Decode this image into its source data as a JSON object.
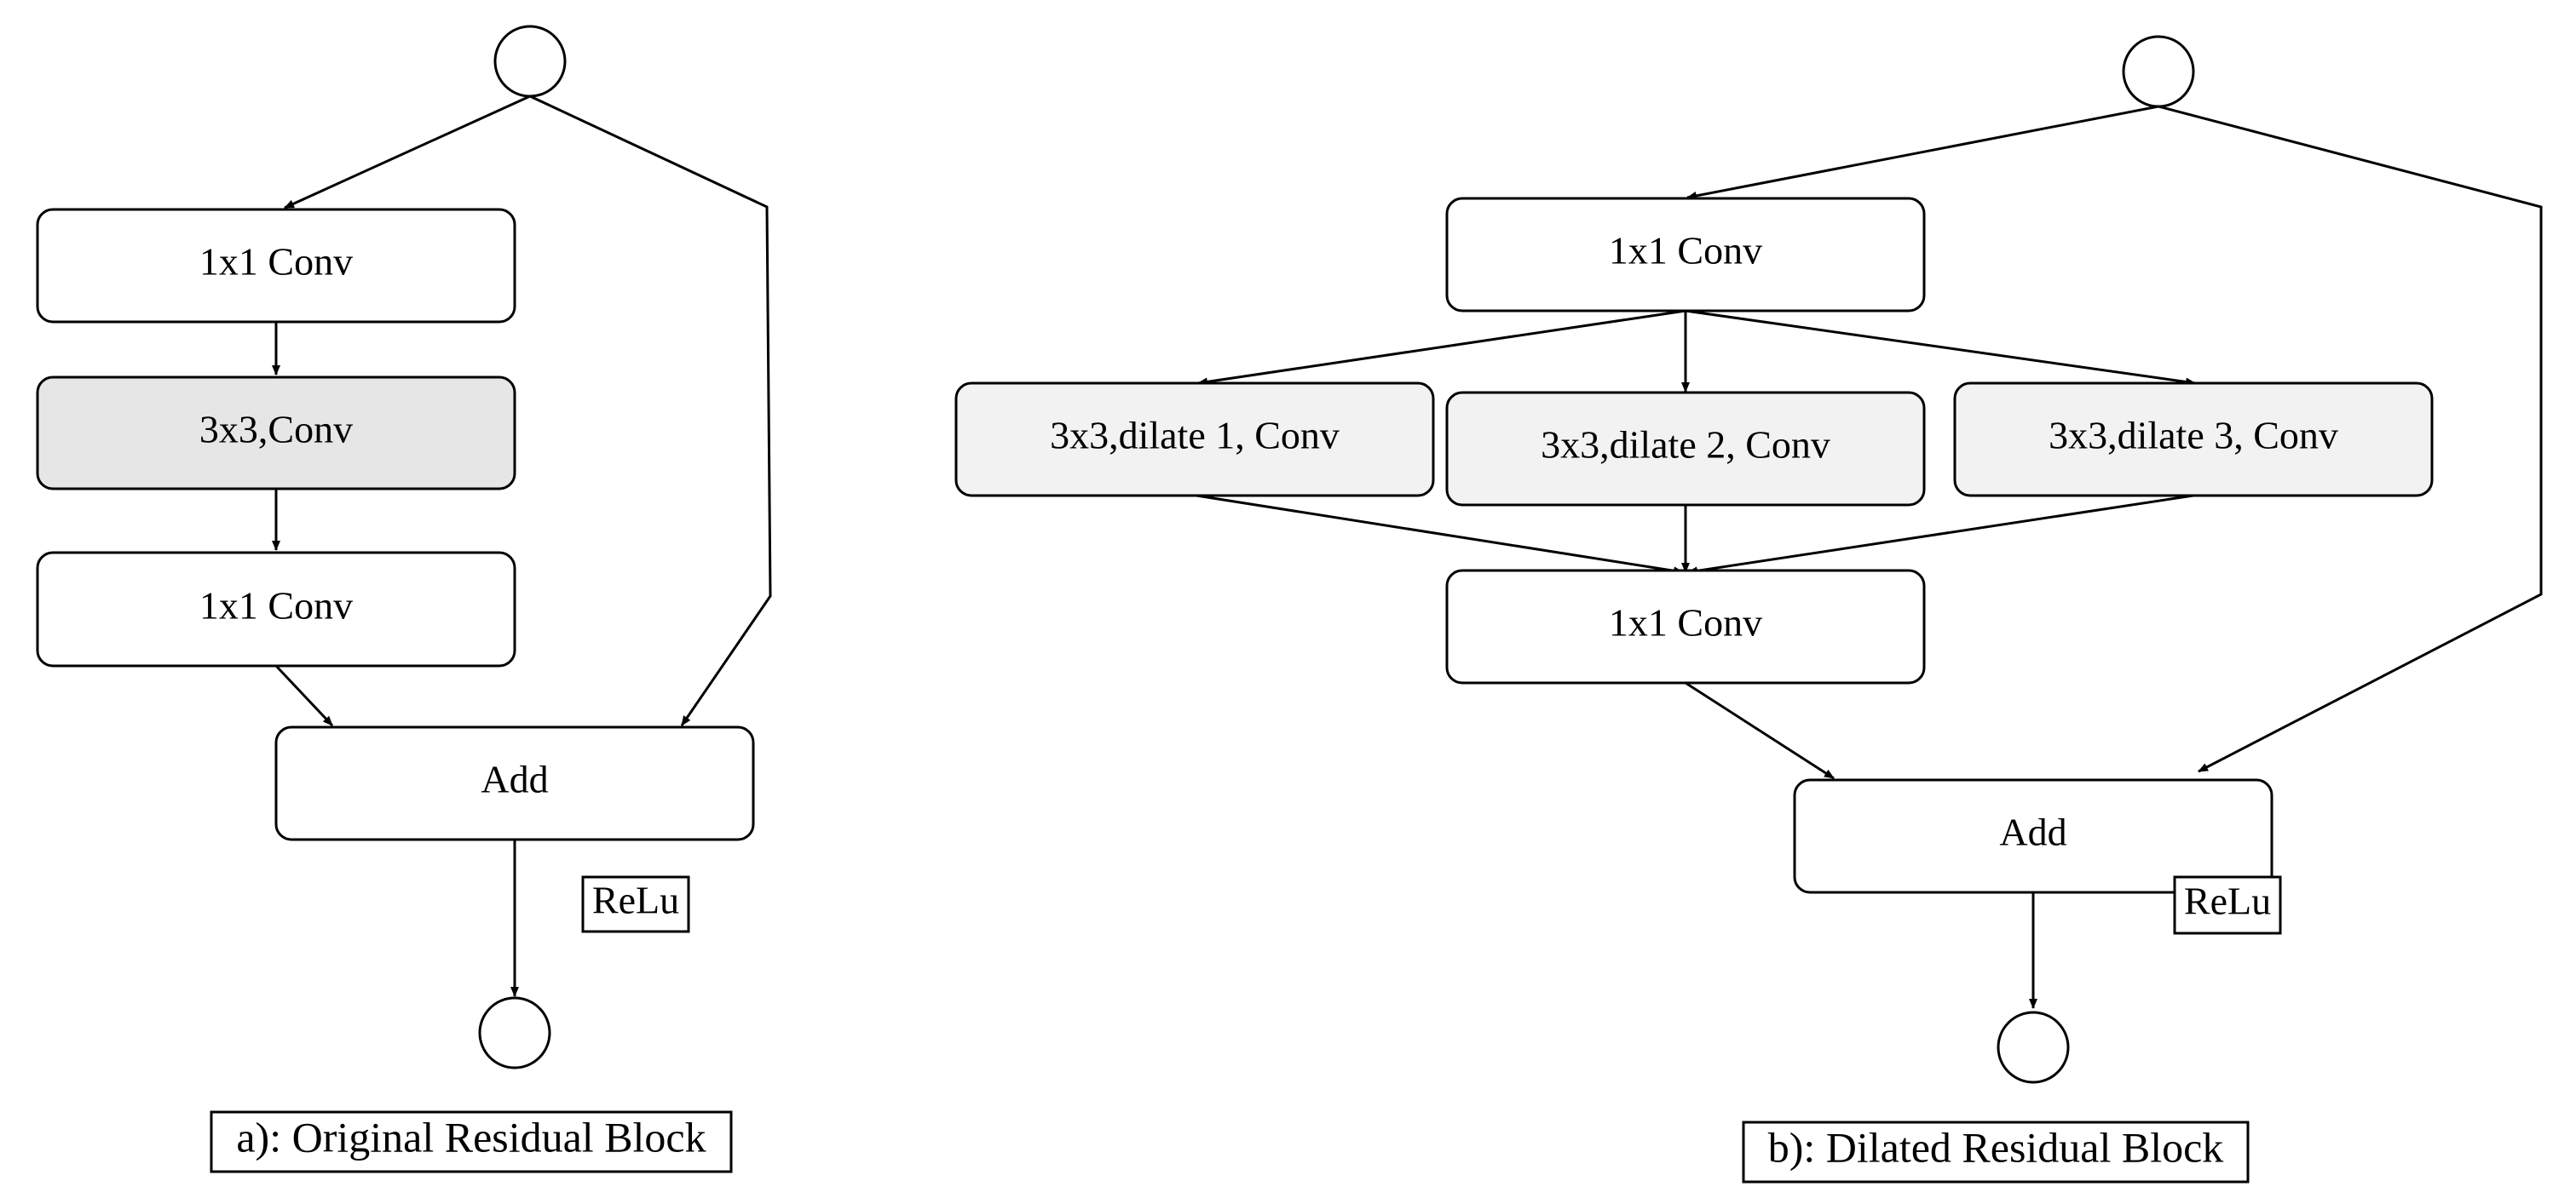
{
  "colors": {
    "plain_fill": "#ffffff",
    "shaded_fill": "#e6e6e6",
    "light_fill": "#f2f2f2",
    "stroke": "#000000"
  },
  "panel_a": {
    "conv1_label": "1x1 Conv",
    "conv3_label": "3x3,Conv",
    "conv1b_label": "1x1 Conv",
    "add_label": "Add",
    "relu_label": "ReLu",
    "caption": "a): Original Residual Block"
  },
  "panel_b": {
    "conv1_label": "1x1 Conv",
    "dilate1_label": "3x3,dilate 1, Conv",
    "dilate2_label": "3x3,dilate 2, Conv",
    "dilate3_label": "3x3,dilate 3, Conv",
    "conv1b_label": "1x1 Conv",
    "add_label": "Add",
    "relu_label": "ReLu",
    "caption": "b): Dilated Residual Block"
  }
}
